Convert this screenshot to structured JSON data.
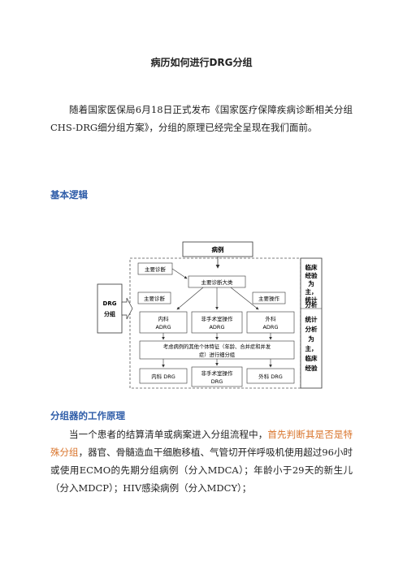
{
  "doc": {
    "title": "病历如何进行DRG分组",
    "intro": "随着国家医保局6月18日正式发布《国家医疗保障疾病诊断相关分组CHS-DRG细分组方案》，分组的原理已经完全呈现在我们面前。",
    "section1": "基本逻辑",
    "section2": "分组器的工作原理",
    "para2_part1": "当一个患者的结算清单或病案进入分组流程中，",
    "para2_highlight": "首先判断其是否是特殊分组",
    "para2_part2": "，器官、骨髓造血干细胞移植、气管切开伴呼吸机使用超过96小时或使用ECMO的先期分组病例（分入MDCA）；年龄小于29天的新生儿（分入MDCP）；HIV感染病例（分入MDCY）；"
  },
  "diagram": {
    "top": "病例",
    "drg_box": [
      "DRG",
      "分组"
    ],
    "main_dx_top": "主要诊断",
    "mdc": "主要诊断大类",
    "main_dx_left": "主要诊断",
    "main_op": "主要操作",
    "adrg": [
      {
        "line1": "内科",
        "line2": "ADRG"
      },
      {
        "line1": "非手术室操作",
        "line2": "ADRG"
      },
      {
        "line1": "外科",
        "line2": "ADRG"
      }
    ],
    "consider": [
      "考虑病例的其他个体特征（年龄、合并症和并发",
      "症）进行细分组"
    ],
    "drg_out": [
      {
        "line1": "内科 DRG",
        "line2": ""
      },
      {
        "line1": "非手术室操作",
        "line2": "DRG"
      },
      {
        "line1": "外科 DRG",
        "line2": ""
      }
    ],
    "side_top": [
      "临床",
      "经验",
      "为",
      "主，",
      "统计",
      "分析"
    ],
    "side_bottom": [
      "统计",
      "分析",
      "为",
      "主，",
      "临床",
      "经验"
    ]
  }
}
